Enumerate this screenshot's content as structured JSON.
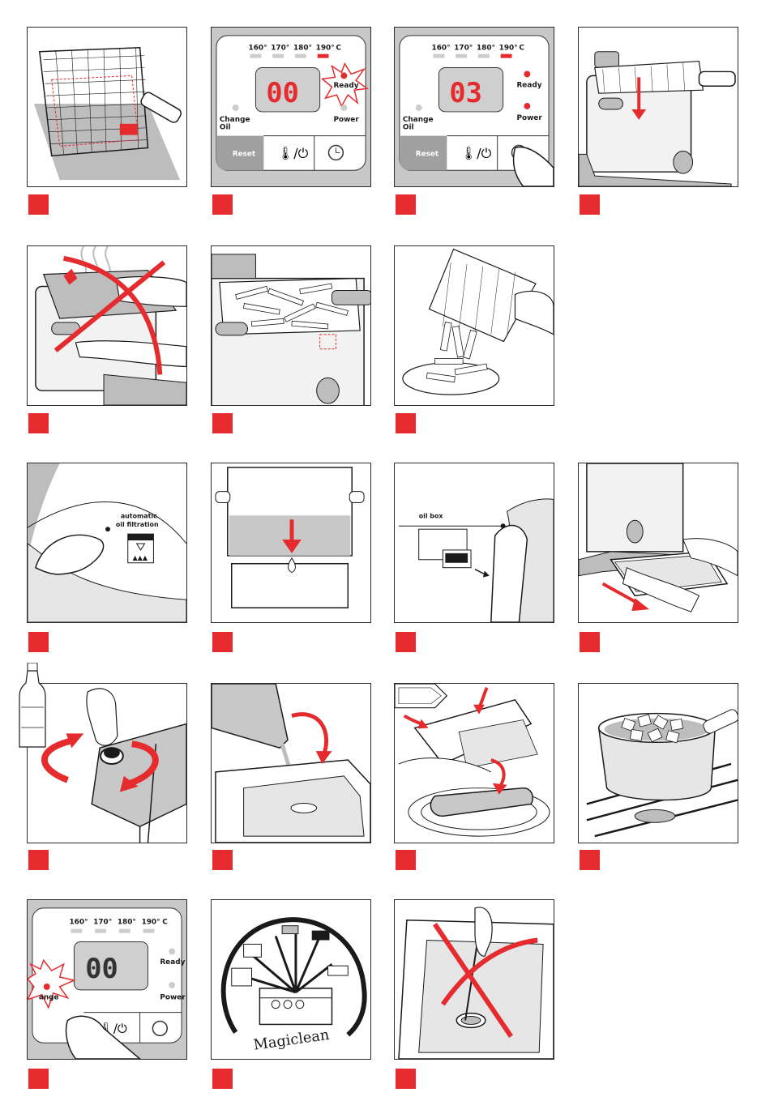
{
  "colors": {
    "accent": "#e52b2e",
    "panel_gray": "#c8c8c8",
    "dark_gray": "#a0a0a0",
    "light_gray": "#e6e6e6"
  },
  "display_panel": {
    "temps": [
      "160°",
      "170°",
      "180°",
      "190°"
    ],
    "unit": "C",
    "ready_label": "Ready",
    "power_label": "Power",
    "change_oil_line1": "Change",
    "change_oil_line2": "Oil",
    "reset_label": "Reset"
  },
  "panel2": {
    "display_value": "00"
  },
  "panel3": {
    "display_value": "03"
  },
  "panel17": {
    "display_value": "00",
    "change_oil_partial": "ange"
  },
  "panel8": {
    "label_line1": "automatic",
    "label_line2": "oil filtration"
  },
  "panel10": {
    "label": "oil box"
  },
  "panel18": {
    "brand": "Magiclean"
  }
}
